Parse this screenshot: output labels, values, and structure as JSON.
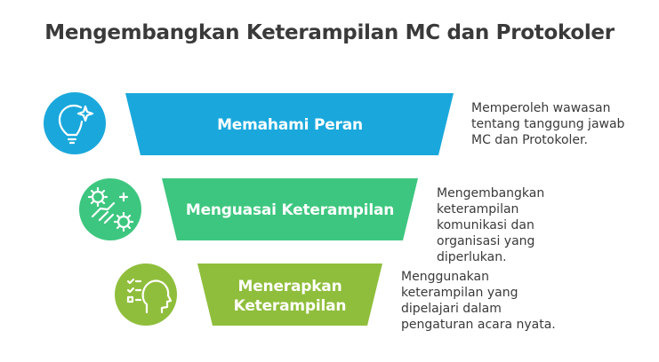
{
  "title": "Mengembangkan Keterampilan MC dan Protokoler",
  "stages": [
    {
      "label_lines": [
        "Memahami Peran"
      ],
      "description_lines": [
        "Memperoleh wawasan",
        "tentang tanggung jawab",
        "MC dan Protokoler."
      ],
      "color": "#1aa8dc",
      "icon": "lightbulb-sparkle-icon"
    },
    {
      "label_lines": [
        "Menguasai Keterampilan"
      ],
      "description_lines": [
        "Mengembangkan",
        "keterampilan",
        "komunikasi dan",
        "organisasi yang",
        "diperlukan."
      ],
      "color": "#3dc67f",
      "icon": "handshake-gears-icon"
    },
    {
      "label_lines": [
        "Menerapkan",
        "Keterampilan"
      ],
      "description_lines": [
        "Menggunakan",
        "keterampilan yang",
        "dipelajari dalam",
        "pengaturan acara nyata."
      ],
      "color": "#8fbe3c",
      "icon": "checklist-head-icon"
    }
  ]
}
